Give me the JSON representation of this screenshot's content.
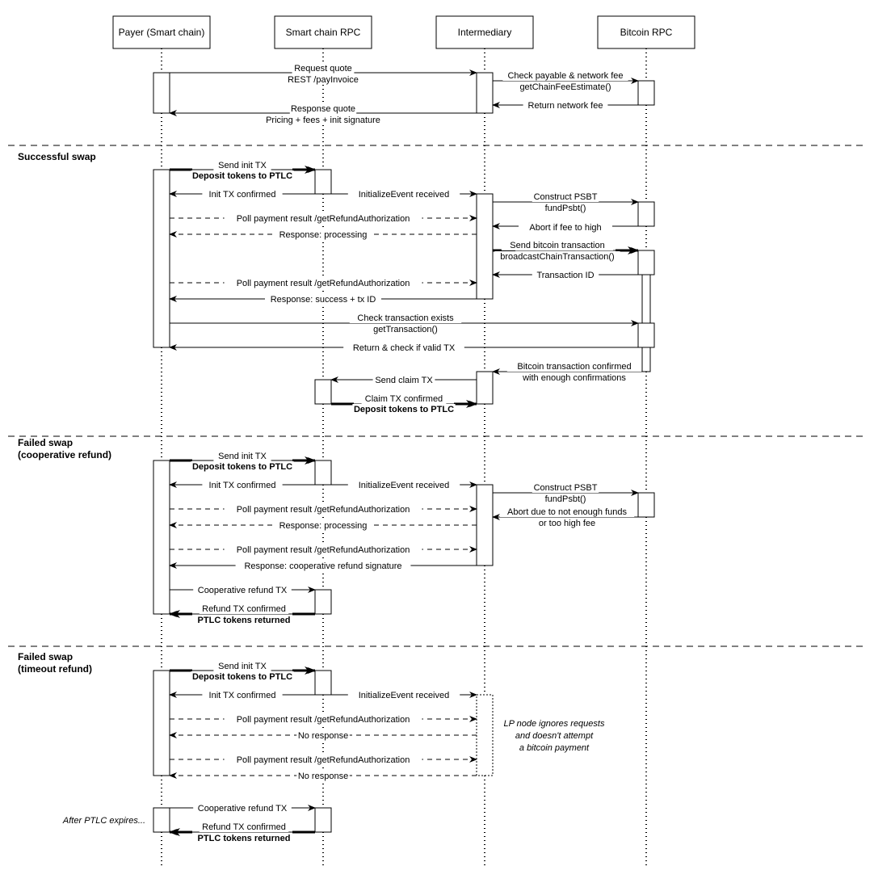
{
  "participants": [
    {
      "id": "payer",
      "label": "Payer (Smart chain)"
    },
    {
      "id": "rpc",
      "label": "Smart chain RPC"
    },
    {
      "id": "intermediary",
      "label": "Intermediary"
    },
    {
      "id": "btc",
      "label": "Bitcoin RPC"
    }
  ],
  "sections": [
    {
      "lines": [
        "Successful swap"
      ]
    },
    {
      "lines": [
        "Failed swap",
        "(cooperative refund)"
      ]
    },
    {
      "lines": [
        "Failed swap",
        "(timeout refund)"
      ]
    }
  ],
  "messages": {
    "request_quote": [
      "Request quote",
      "REST /payInvoice"
    ],
    "response_quote": [
      "Response quote",
      "Pricing + fees + init signature"
    ],
    "check_payable": [
      "Check payable & network fee",
      "getChainFeeEstimate()"
    ],
    "return_fee": [
      "Return network fee"
    ],
    "s1_init": [
      "Send init TX",
      "Deposit tokens to PTLC"
    ],
    "s1_init_conf": [
      "Init TX confirmed"
    ],
    "s1_init_event": [
      "InitializeEvent received"
    ],
    "s1_construct": [
      "Construct PSBT",
      "fundPsbt()"
    ],
    "s1_abort_fee": [
      "Abort if fee to high"
    ],
    "s1_poll1": [
      "Poll payment result /getRefundAuthorization"
    ],
    "s1_processing": [
      "Response: processing"
    ],
    "s1_send_btc": [
      "Send bitcoin transaction",
      "broadcastChainTransaction()"
    ],
    "s1_txid": [
      "Transaction ID"
    ],
    "s1_poll2": [
      "Poll payment result /getRefundAuthorization"
    ],
    "s1_success": [
      "Response: success + tx ID"
    ],
    "s1_check_tx": [
      "Check transaction exists",
      "getTransaction()"
    ],
    "s1_return_check": [
      "Return & check if valid TX"
    ],
    "s1_btc_confirmed": [
      "Bitcoin transaction confirmed",
      "with enough confirmations"
    ],
    "s1_send_claim": [
      "Send claim TX"
    ],
    "s1_claim_conf": [
      "Claim TX confirmed",
      "Deposit tokens to PTLC"
    ],
    "s2_init": [
      "Send init TX",
      "Deposit tokens to PTLC"
    ],
    "s2_init_conf": [
      "Init TX confirmed"
    ],
    "s2_init_event": [
      "InitializeEvent received"
    ],
    "s2_construct": [
      "Construct PSBT",
      "fundPsbt()"
    ],
    "s2_abort_funds": [
      "Abort due to not enough funds",
      "or too high fee"
    ],
    "s2_poll1": [
      "Poll payment result /getRefundAuthorization"
    ],
    "s2_processing": [
      "Response: processing"
    ],
    "s2_poll2": [
      "Poll payment result /getRefundAuthorization"
    ],
    "s2_coop_sig": [
      "Response: cooperative refund signature"
    ],
    "s2_coop_tx": [
      "Cooperative refund TX"
    ],
    "s2_refund_conf": [
      "Refund TX confirmed",
      "PTLC tokens returned"
    ],
    "s3_init": [
      "Send init TX",
      "Deposit tokens to PTLC"
    ],
    "s3_init_conf": [
      "Init TX confirmed"
    ],
    "s3_init_event": [
      "InitializeEvent received"
    ],
    "s3_poll1": [
      "Poll payment result /getRefundAuthorization"
    ],
    "s3_no_resp1": [
      "No response"
    ],
    "s3_poll2": [
      "Poll payment result /getRefundAuthorization"
    ],
    "s3_no_resp2": [
      "No response"
    ],
    "s3_coop_tx": [
      "Cooperative refund TX"
    ],
    "s3_refund_conf": [
      "Refund TX confirmed",
      "PTLC tokens returned"
    ]
  },
  "notes": {
    "lp_ignores": [
      "LP node ignores requests",
      "and doesn't attempt",
      "a bitcoin payment"
    ],
    "after_ptlc": [
      "After PTLC expires..."
    ]
  }
}
